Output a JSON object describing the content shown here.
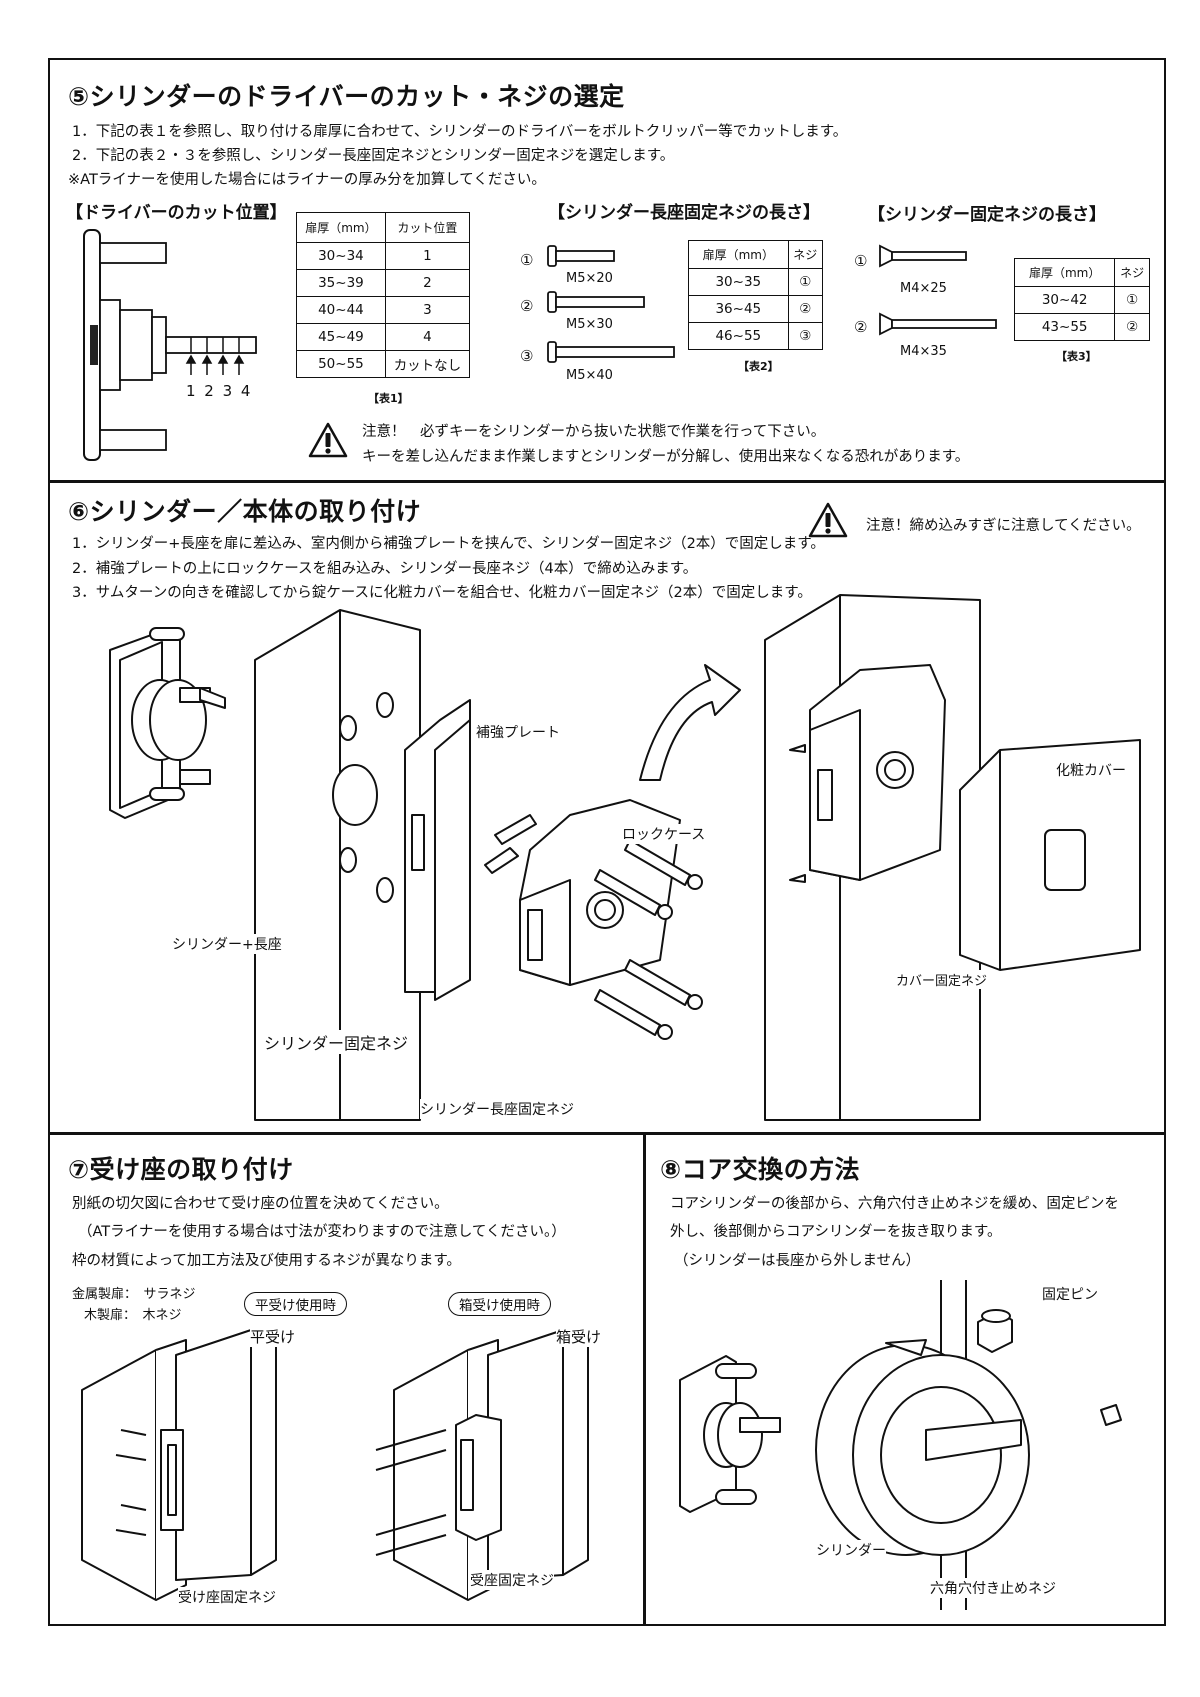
{
  "s5": {
    "title": "⑤シリンダーのドライバーのカット・ネジの選定",
    "line1": "1．下記の表１を参照し、取り付ける扉厚に合わせて、シリンダーのドライバーをボルトクリッパー等でカットします。",
    "line2": "2．下記の表２・３を参照し、シリンダー長座固定ネジとシリンダー固定ネジを選定します。",
    "line3": "※ATライナーを使用した場合にはライナーの厚み分を加算してください。",
    "cut_heading": "【ドライバーのカット位置】",
    "cut_marks": "1 2 3 4",
    "table1": {
      "headers": [
        "扉厚（mm）",
        "カット位置"
      ],
      "rows": [
        [
          "30~34",
          "1"
        ],
        [
          "35~39",
          "2"
        ],
        [
          "40~44",
          "3"
        ],
        [
          "45~49",
          "4"
        ],
        [
          "50~55",
          "カットなし"
        ]
      ],
      "caption": "【表1】"
    },
    "long_heading": "【シリンダー長座固定ネジの長さ】",
    "long_screws": [
      {
        "num": "①",
        "label": "M5×20"
      },
      {
        "num": "②",
        "label": "M5×30"
      },
      {
        "num": "③",
        "label": "M5×40"
      }
    ],
    "table2": {
      "headers": [
        "扉厚（mm）",
        "ネジ"
      ],
      "rows": [
        [
          "30~35",
          "①"
        ],
        [
          "36~45",
          "②"
        ],
        [
          "46~55",
          "③"
        ]
      ],
      "caption": "【表2】"
    },
    "fix_heading": "【シリンダー固定ネジの長さ】",
    "fix_screws": [
      {
        "num": "①",
        "label": "M4×25"
      },
      {
        "num": "②",
        "label": "M4×35"
      }
    ],
    "table3": {
      "headers": [
        "扉厚（mm）",
        "ネジ"
      ],
      "rows": [
        [
          "30~42",
          "①"
        ],
        [
          "43~55",
          "②"
        ]
      ],
      "caption": "【表3】"
    },
    "warn1": "注意！　必ずキーをシリンダーから抜いた状態で作業を行って下さい。",
    "warn2": "キーを差し込んだまま作業しますとシリンダーが分解し、使用出来なくなる恐れがあります。"
  },
  "s6": {
    "title": "⑥シリンダー／本体の取り付け",
    "line1": "1．シリンダー+長座を扉に差込み、室内側から補強プレートを挟んで、シリンダー固定ネジ（2本）で固定します。",
    "line2": "2．補強プレートの上にロックケースを組み込み、シリンダー長座ネジ（4本）で締め込みます。",
    "line3": "3．サムターンの向きを確認してから錠ケースに化粧カバーを組合せ、化粧カバー固定ネジ（2本）で固定します。",
    "warn": "注意！締め込みすぎに注意してください。",
    "labels": {
      "plate": "補強プレート",
      "lockcase": "ロックケース",
      "cylinder_base": "シリンダー+長座",
      "cyl_screw": "シリンダー固定ネジ",
      "long_screw": "シリンダー長座固定ネジ",
      "cover": "化粧カバー",
      "cover_screw": "カバー固定ネジ"
    }
  },
  "s7": {
    "title": "⑦受け座の取り付け",
    "line1": "別紙の切欠図に合わせて受け座の位置を決めてください。",
    "line2": "（ATライナーを使用する場合は寸法が変わりますので注意してください。）",
    "line3": "枠の材質によって加工方法及び使用するネジが異なります。",
    "metal": "金属製扉：　サラネジ",
    "wood": "木製扉：　木ネジ",
    "pill_flat": "平受け使用時",
    "pill_box": "箱受け使用時",
    "flat_label": "平受け",
    "box_label": "箱受け",
    "flat_screw": "受け座固定ネジ",
    "box_screw": "受座固定ネジ"
  },
  "s8": {
    "title": "⑧コア交換の方法",
    "line1": "コアシリンダーの後部から、六角穴付き止めネジを緩め、固定ピンを",
    "line2": "外し、後部側からコアシリンダーを抜き取ります。",
    "line3": "（シリンダーは長座から外しません）",
    "pin": "固定ピン",
    "cylinder": "シリンダー",
    "setscrew": "六角穴付き止めネジ"
  }
}
